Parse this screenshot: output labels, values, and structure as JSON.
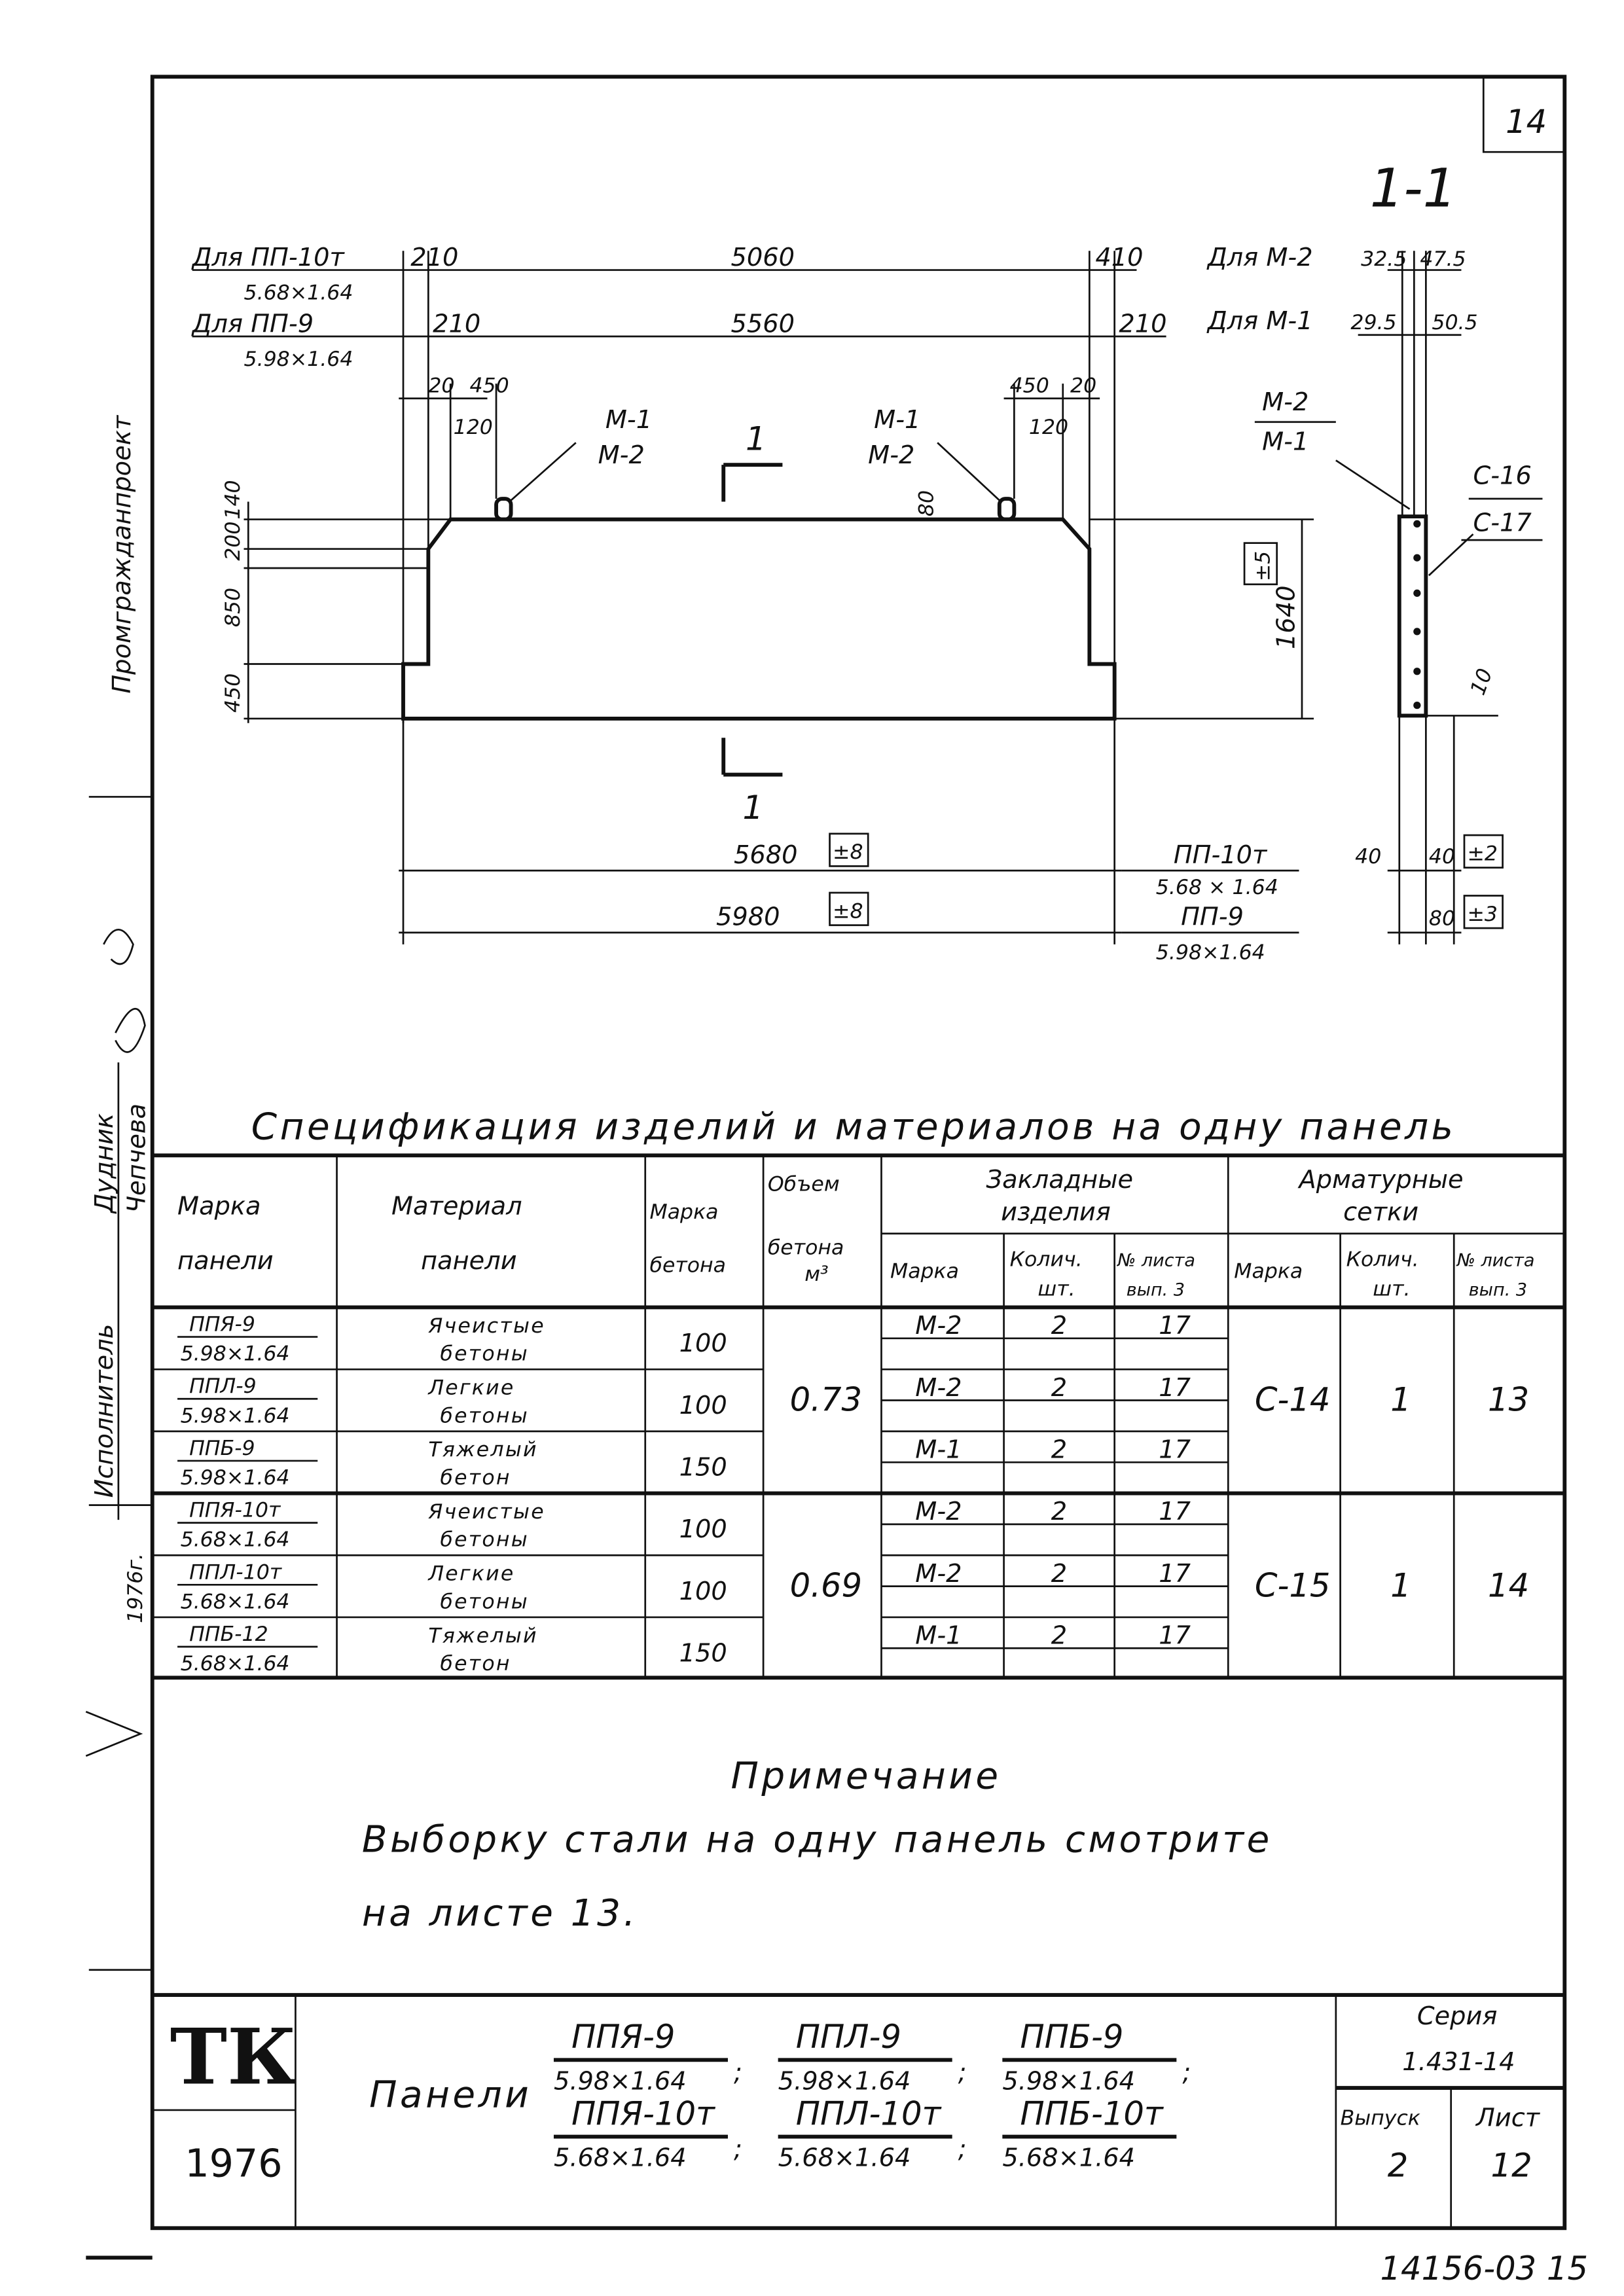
{
  "sheet_number": "14",
  "section_label": "1-1",
  "drawing": {
    "for_pp10t": "Для ПП-10т",
    "for_pp10t_size": "5.68×1.64",
    "for_pp9": "Для ПП-9",
    "for_pp9_size": "5.98×1.64",
    "dim_210_a": "210",
    "dim_5060": "5060",
    "dim_410": "410",
    "dim_210_b": "210",
    "dim_5560": "5560",
    "dim_210_c": "210",
    "dim_20_l": "20",
    "dim_450_l": "450",
    "dim_120_l": "120",
    "dim_450_r": "450",
    "dim_20_r": "20",
    "dim_120_r": "120",
    "m1_l": "М-1",
    "m2_l": "М-2",
    "m1_r": "М-1",
    "m2_r": "М-2",
    "cut_top": "1",
    "cut_bottom": "1",
    "dim_140": "140",
    "dim_200": "200",
    "dim_850": "850",
    "dim_450_v": "450",
    "dim_80": "80",
    "dim_1640": "1640",
    "tol_5": "±5",
    "dim_5680": "5680",
    "tol_8a": "±8",
    "dim_5980": "5980",
    "tol_8b": "±8",
    "pp10t": "ПП-10т",
    "pp10t_size": "5.68 × 1.64",
    "pp9": "ПП-9",
    "pp9_size": "5.98×1.64"
  },
  "section": {
    "for_m2": "Для М-2",
    "d_325": "32.5",
    "d_475": "47.5",
    "for_m1": "Для М-1",
    "d_295": "29.5",
    "d_505": "50.5",
    "m2": "М-2",
    "m1": "М-1",
    "c16": "С-16",
    "c17": "С-17",
    "d_10": "10",
    "d_40a": "40",
    "d_40b": "40",
    "tol_2": "±2",
    "d_80": "80",
    "tol_3": "±3"
  },
  "spec": {
    "title": "Спецификация изделий и материалов на одну панель",
    "headers": {
      "mark": "Марка панели",
      "mark1": "Марка",
      "mark2": "панели",
      "material1": "Материал",
      "material2": "панели",
      "concrete1": "Марка",
      "concrete2": "бетона",
      "volume1": "Объем",
      "volume2": "бетона",
      "volume3": "м³",
      "embedded1": "Закладные",
      "embedded2": "изделия",
      "mesh1": "Арматурные",
      "mesh2": "сетки",
      "e_mark": "Марка",
      "e_qty1": "Колич.",
      "e_qty2": "шт.",
      "e_sheet1": "№ листа",
      "e_sheet2": "вып. 3",
      "m_mark": "Марка",
      "m_qty1": "Колич.",
      "m_qty2": "шт.",
      "m_sheet1": "№ листа",
      "m_sheet2": "вып. 3"
    },
    "rows": [
      {
        "mark": "ППЯ-9",
        "size": "5.98×1.64",
        "mat1": "Ячеистые",
        "mat2": "бетоны",
        "grade": "100",
        "emb": "М-2",
        "qty": "2",
        "sheet": "17"
      },
      {
        "mark": "ППЛ-9",
        "size": "5.98×1.64",
        "mat1": "Легкие",
        "mat2": "бетоны",
        "grade": "100",
        "emb": "М-2",
        "qty": "2",
        "sheet": "17"
      },
      {
        "mark": "ППБ-9",
        "size": "5.98×1.64",
        "mat1": "Тяжелый",
        "mat2": "бетон",
        "grade": "150",
        "emb": "М-1",
        "qty": "2",
        "sheet": "17"
      },
      {
        "mark": "ППЯ-10т",
        "size": "5.68×1.64",
        "mat1": "Ячеистые",
        "mat2": "бетоны",
        "grade": "100",
        "emb": "М-2",
        "qty": "2",
        "sheet": "17"
      },
      {
        "mark": "ППЛ-10т",
        "size": "5.68×1.64",
        "mat1": "Легкие",
        "mat2": "бетоны",
        "grade": "100",
        "emb": "М-2",
        "qty": "2",
        "sheet": "17"
      },
      {
        "mark": "ППБ-12",
        "size": "5.68×1.64",
        "mat1": "Тяжелый",
        "mat2": "бетон",
        "grade": "150",
        "emb": "М-1",
        "qty": "2",
        "sheet": "17"
      }
    ],
    "groups": [
      {
        "volume": "0.73",
        "mesh": "С-14",
        "mesh_qty": "1",
        "mesh_sheet": "13"
      },
      {
        "volume": "0.69",
        "mesh": "С-15",
        "mesh_qty": "1",
        "mesh_sheet": "14"
      }
    ]
  },
  "note": {
    "title": "Примечание",
    "line1": "Выборку стали на одну панель смотрите",
    "line2": "на листе 13."
  },
  "title_block": {
    "logo": "ТК",
    "year": "1976",
    "panels_label": "Панели",
    "panels": [
      {
        "mark": "ППЯ-9",
        "size": "5.98×1.64"
      },
      {
        "mark": "ППЛ-9",
        "size": "5.98×1.64"
      },
      {
        "mark": "ППБ-9",
        "size": "5.98×1.64"
      },
      {
        "mark": "ППЯ-10т",
        "size": "5.68×1.64"
      },
      {
        "mark": "ППЛ-10т",
        "size": "5.68×1.64"
      },
      {
        "mark": "ППБ-10т",
        "size": "5.68×1.64"
      }
    ],
    "series_label": "Серия",
    "series": "1.431-14",
    "issue_label": "Выпуск",
    "issue": "2",
    "sheet_label": "Лист",
    "sheet": "12"
  },
  "margin": {
    "org": "Промгражданпроект",
    "performer": "Исполнитель",
    "name1": "Дудник",
    "name2": "Чепчева",
    "year": "1976г."
  },
  "archive_number": "14156-03 15"
}
